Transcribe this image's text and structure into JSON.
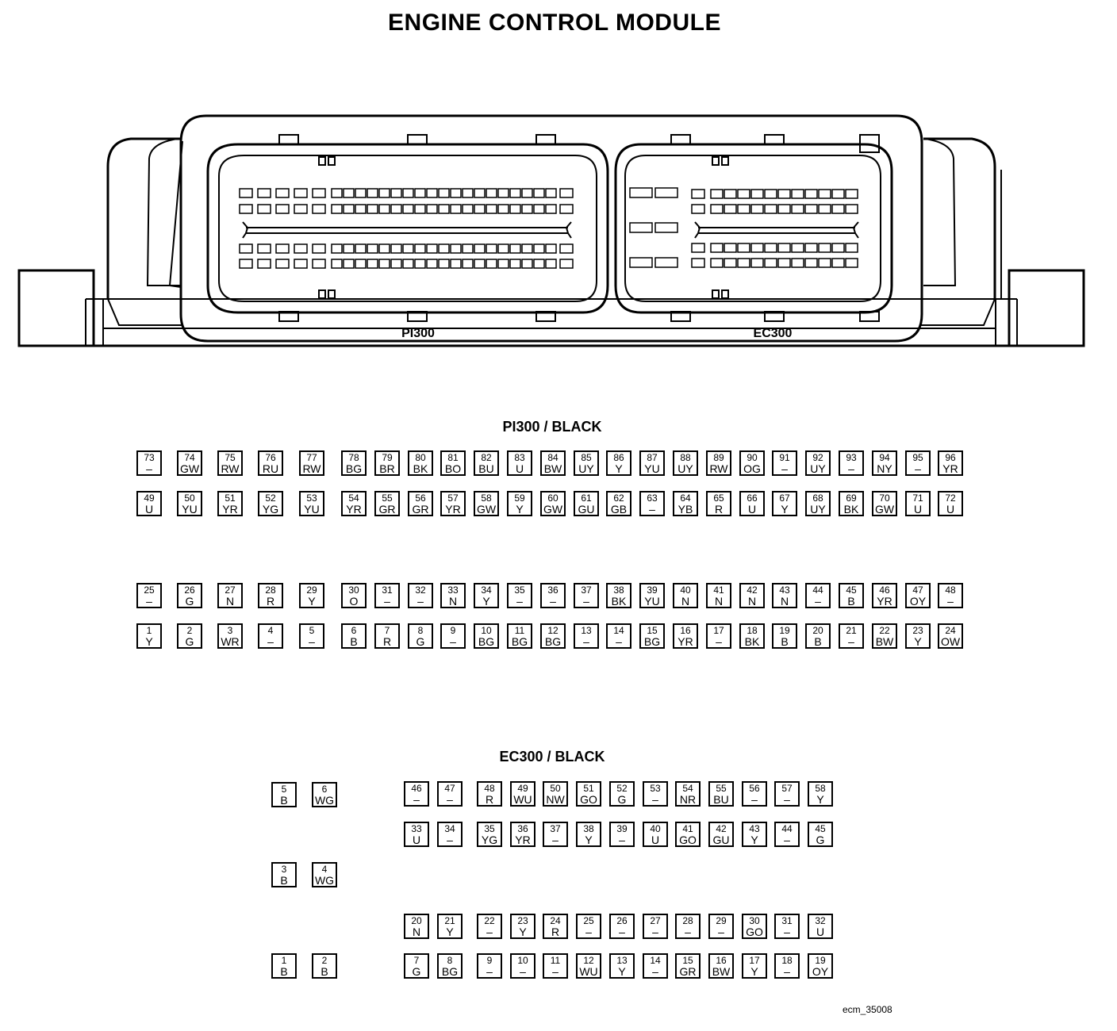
{
  "title": "ENGINE CONTROL MODULE",
  "module": {
    "left_connector_label": "PI300",
    "right_connector_label": "EC300"
  },
  "pi300": {
    "title": "PI300 / BLACK",
    "rows": [
      [
        [
          "73",
          "–"
        ],
        [
          "74",
          "GW"
        ],
        [
          "75",
          "RW"
        ],
        [
          "76",
          "RU"
        ],
        [
          "77",
          "RW"
        ],
        [
          "78",
          "BG"
        ],
        [
          "79",
          "BR"
        ],
        [
          "80",
          "BK"
        ],
        [
          "81",
          "BO"
        ],
        [
          "82",
          "BU"
        ],
        [
          "83",
          "U"
        ],
        [
          "84",
          "BW"
        ],
        [
          "85",
          "UY"
        ],
        [
          "86",
          "Y"
        ],
        [
          "87",
          "YU"
        ],
        [
          "88",
          "UY"
        ],
        [
          "89",
          "RW"
        ],
        [
          "90",
          "OG"
        ],
        [
          "91",
          "–"
        ],
        [
          "92",
          "UY"
        ],
        [
          "93",
          "–"
        ],
        [
          "94",
          "NY"
        ],
        [
          "95",
          "–"
        ],
        [
          "96",
          "YR"
        ]
      ],
      [
        [
          "49",
          "U"
        ],
        [
          "50",
          "YU"
        ],
        [
          "51",
          "YR"
        ],
        [
          "52",
          "YG"
        ],
        [
          "53",
          "YU"
        ],
        [
          "54",
          "YR"
        ],
        [
          "55",
          "GR"
        ],
        [
          "56",
          "GR"
        ],
        [
          "57",
          "YR"
        ],
        [
          "58",
          "GW"
        ],
        [
          "59",
          "Y"
        ],
        [
          "60",
          "GW"
        ],
        [
          "61",
          "GU"
        ],
        [
          "62",
          "GB"
        ],
        [
          "63",
          "–"
        ],
        [
          "64",
          "YB"
        ],
        [
          "65",
          "R"
        ],
        [
          "66",
          "U"
        ],
        [
          "67",
          "Y"
        ],
        [
          "68",
          "UY"
        ],
        [
          "69",
          "BK"
        ],
        [
          "70",
          "GW"
        ],
        [
          "71",
          "U"
        ],
        [
          "72",
          "U"
        ]
      ],
      [
        [
          "25",
          "–"
        ],
        [
          "26",
          "G"
        ],
        [
          "27",
          "N"
        ],
        [
          "28",
          "R"
        ],
        [
          "29",
          "Y"
        ],
        [
          "30",
          "O"
        ],
        [
          "31",
          "–"
        ],
        [
          "32",
          "–"
        ],
        [
          "33",
          "N"
        ],
        [
          "34",
          "Y"
        ],
        [
          "35",
          "–"
        ],
        [
          "36",
          "–"
        ],
        [
          "37",
          "–"
        ],
        [
          "38",
          "BK"
        ],
        [
          "39",
          "YU"
        ],
        [
          "40",
          "N"
        ],
        [
          "41",
          "N"
        ],
        [
          "42",
          "N"
        ],
        [
          "43",
          "N"
        ],
        [
          "44",
          "–"
        ],
        [
          "45",
          "B"
        ],
        [
          "46",
          "YR"
        ],
        [
          "47",
          "OY"
        ],
        [
          "48",
          "–"
        ]
      ],
      [
        [
          "1",
          "Y"
        ],
        [
          "2",
          "G"
        ],
        [
          "3",
          "WR"
        ],
        [
          "4",
          "–"
        ],
        [
          "5",
          "–"
        ],
        [
          "6",
          "B"
        ],
        [
          "7",
          "R"
        ],
        [
          "8",
          "G"
        ],
        [
          "9",
          "–"
        ],
        [
          "10",
          "BG"
        ],
        [
          "11",
          "BG"
        ],
        [
          "12",
          "BG"
        ],
        [
          "13",
          "–"
        ],
        [
          "14",
          "–"
        ],
        [
          "15",
          "BG"
        ],
        [
          "16",
          "YR"
        ],
        [
          "17",
          "–"
        ],
        [
          "18",
          "BK"
        ],
        [
          "19",
          "B"
        ],
        [
          "20",
          "B"
        ],
        [
          "21",
          "–"
        ],
        [
          "22",
          "BW"
        ],
        [
          "23",
          "Y"
        ],
        [
          "24",
          "OW"
        ]
      ]
    ]
  },
  "ec300": {
    "title": "EC300 / BLACK",
    "power_pins": [
      [
        [
          "5",
          "B"
        ],
        [
          "6",
          "WG"
        ]
      ],
      [
        [
          "3",
          "B"
        ],
        [
          "4",
          "WG"
        ]
      ],
      [
        [
          "1",
          "B"
        ],
        [
          "2",
          "B"
        ]
      ]
    ],
    "rows": [
      [
        [
          "46",
          "–"
        ],
        [
          "47",
          "–"
        ],
        [
          "48",
          "R"
        ],
        [
          "49",
          "WU"
        ],
        [
          "50",
          "NW"
        ],
        [
          "51",
          "GO"
        ],
        [
          "52",
          "G"
        ],
        [
          "53",
          "–"
        ],
        [
          "54",
          "NR"
        ],
        [
          "55",
          "BU"
        ],
        [
          "56",
          "–"
        ],
        [
          "57",
          "–"
        ],
        [
          "58",
          "Y"
        ]
      ],
      [
        [
          "33",
          "U"
        ],
        [
          "34",
          "–"
        ],
        [
          "35",
          "YG"
        ],
        [
          "36",
          "YR"
        ],
        [
          "37",
          "–"
        ],
        [
          "38",
          "Y"
        ],
        [
          "39",
          "–"
        ],
        [
          "40",
          "U"
        ],
        [
          "41",
          "GO"
        ],
        [
          "42",
          "GU"
        ],
        [
          "43",
          "Y"
        ],
        [
          "44",
          "–"
        ],
        [
          "45",
          "G"
        ]
      ],
      [
        [
          "20",
          "N"
        ],
        [
          "21",
          "Y"
        ],
        [
          "22",
          "–"
        ],
        [
          "23",
          "Y"
        ],
        [
          "24",
          "R"
        ],
        [
          "25",
          "–"
        ],
        [
          "26",
          "–"
        ],
        [
          "27",
          "–"
        ],
        [
          "28",
          "–"
        ],
        [
          "29",
          "–"
        ],
        [
          "30",
          "GO"
        ],
        [
          "31",
          "–"
        ],
        [
          "32",
          "U"
        ]
      ],
      [
        [
          "7",
          "G"
        ],
        [
          "8",
          "BG"
        ],
        [
          "9",
          "–"
        ],
        [
          "10",
          "–"
        ],
        [
          "11",
          "–"
        ],
        [
          "12",
          "WU"
        ],
        [
          "13",
          "Y"
        ],
        [
          "14",
          "–"
        ],
        [
          "15",
          "GR"
        ],
        [
          "16",
          "BW"
        ],
        [
          "17",
          "Y"
        ],
        [
          "18",
          "–"
        ],
        [
          "19",
          "OY"
        ]
      ]
    ]
  },
  "footer": {
    "figure_id": "ecm_35008"
  }
}
